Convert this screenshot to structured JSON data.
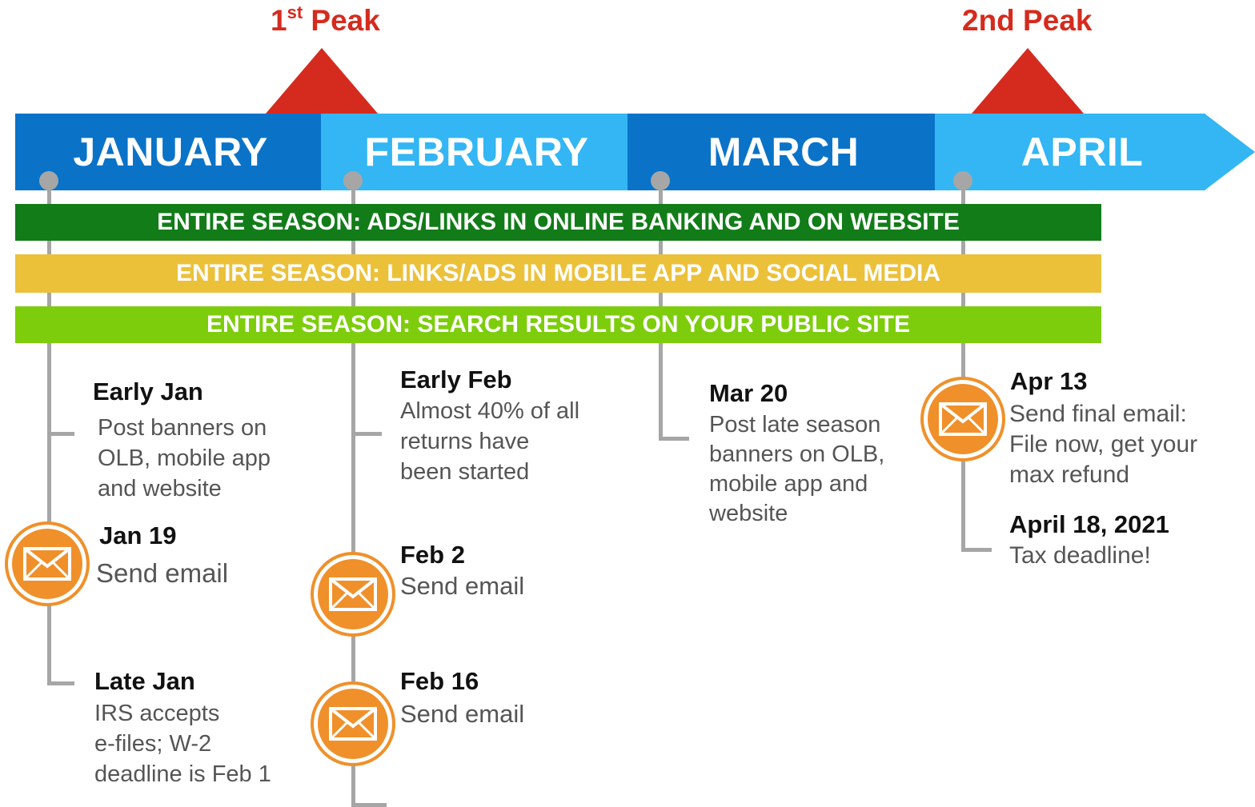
{
  "peaks": [
    {
      "label": "Peak",
      "ordinal": "1",
      "ordinal_suffix": "st"
    },
    {
      "label": "2nd Peak"
    }
  ],
  "months": [
    "JANUARY",
    "FEBRUARY",
    "MARCH",
    "APRIL"
  ],
  "colors": {
    "peak_red": "#d52b1e",
    "month_dark_blue": "#0a73c8",
    "month_light_blue": "#33b6f3",
    "band_online": "#127c19",
    "band_mobile": "#ecc13a",
    "band_search": "#7dcd0d",
    "email_orange": "#f0902a",
    "connector_gray": "#a6a6a6"
  },
  "bands": [
    "ENTIRE SEASON: ADS/LINKS IN ONLINE BANKING AND ON WEBSITE",
    "ENTIRE SEASON: LINKS/ADS IN MOBILE APP AND SOCIAL MEDIA",
    "ENTIRE SEASON: SEARCH RESULTS ON YOUR PUBLIC SITE"
  ],
  "events": {
    "early_jan": {
      "title": "Early Jan",
      "lines": [
        "Post banners on",
        "OLB, mobile app",
        "and website"
      ]
    },
    "jan_19": {
      "title": "Jan 19",
      "text": "Send email",
      "icon": "email-icon"
    },
    "late_jan": {
      "title": "Late Jan",
      "lines": [
        "IRS accepts",
        "e-files; W-2",
        "deadline is Feb 1"
      ]
    },
    "early_feb": {
      "title": "Early Feb",
      "lines": [
        "Almost 40% of all",
        "returns have",
        "been started"
      ]
    },
    "feb_2": {
      "title": "Feb 2",
      "text": "Send email",
      "icon": "email-icon"
    },
    "feb_16": {
      "title": "Feb 16",
      "text": "Send email",
      "icon": "email-icon"
    },
    "mar_20": {
      "title": "Mar 20",
      "lines": [
        "Post late season",
        "banners on OLB,",
        "mobile app and",
        "website"
      ]
    },
    "apr_13": {
      "title": "Apr 13",
      "lines": [
        "Send final email:",
        "File now, get your",
        "max refund"
      ],
      "icon": "email-icon"
    },
    "apr_18": {
      "title": "April 18, 2021",
      "text": "Tax deadline!"
    }
  }
}
